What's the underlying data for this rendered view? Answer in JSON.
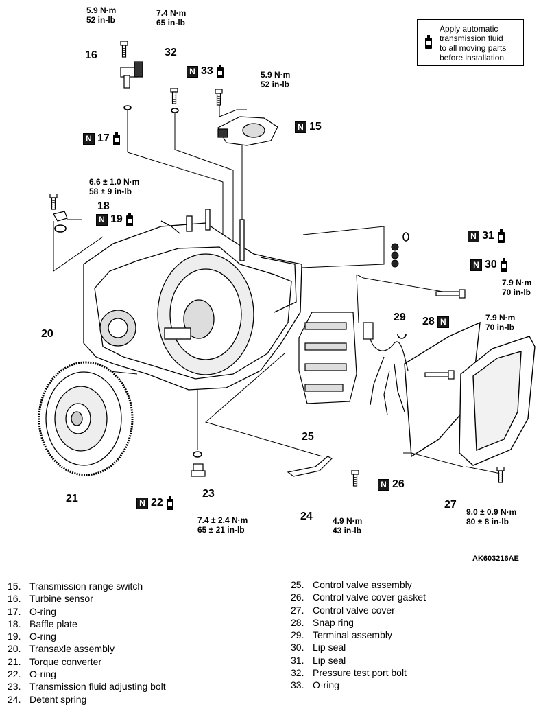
{
  "note": {
    "text_lines": [
      "Apply automatic",
      "transmission fluid",
      "to all moving parts",
      "before installation."
    ]
  },
  "reference_code": "AK603216AE",
  "mark_letter": "N",
  "torques": {
    "t16": [
      "5.9 N·m",
      "52 in-lb"
    ],
    "t32": [
      "7.4 N·m",
      "65 in-lb"
    ],
    "t15": [
      "5.9 N·m",
      "52 in-lb"
    ],
    "t18": [
      "6.6 ± 1.0 N·m",
      "58 ± 9 in-lb"
    ],
    "t30": [
      "7.9 N·m",
      "70 in-lb"
    ],
    "t26": [
      "7.9 N·m",
      "70 in-lb"
    ],
    "t23": [
      "7.4 ± 2.4 N·m",
      "65 ± 21 in-lb"
    ],
    "t24": [
      "4.9 N·m",
      "43 in-lb"
    ],
    "t27": [
      "9.0 ± 0.9 N·m",
      "80 ± 8 in-lb"
    ]
  },
  "callouts": {
    "c15": "15",
    "c16": "16",
    "c17": "17",
    "c18": "18",
    "c19": "19",
    "c20": "20",
    "c21": "21",
    "c22": "22",
    "c23": "23",
    "c24": "24",
    "c25": "25",
    "c26": "26",
    "c27": "27",
    "c28": "28",
    "c29": "29",
    "c30": "30",
    "c31": "31",
    "c32": "32",
    "c33": "33"
  },
  "legend_left": [
    {
      "num": "15.",
      "label": "Transmission range switch"
    },
    {
      "num": "16.",
      "label": "Turbine sensor"
    },
    {
      "num": "17.",
      "label": "O-ring"
    },
    {
      "num": "18.",
      "label": "Baffle plate"
    },
    {
      "num": "19.",
      "label": "O-ring"
    },
    {
      "num": "20.",
      "label": "Transaxle assembly"
    },
    {
      "num": "21.",
      "label": "Torque converter"
    },
    {
      "num": "22.",
      "label": "O-ring"
    },
    {
      "num": "23.",
      "label": "Transmission fluid adjusting bolt"
    },
    {
      "num": "24.",
      "label": "Detent spring"
    }
  ],
  "legend_right": [
    {
      "num": "25.",
      "label": "Control valve assembly"
    },
    {
      "num": "26.",
      "label": "Control valve cover gasket"
    },
    {
      "num": "27.",
      "label": "Control valve cover"
    },
    {
      "num": "28.",
      "label": "Snap ring"
    },
    {
      "num": "29.",
      "label": "Terminal assembly"
    },
    {
      "num": "30.",
      "label": "Lip seal"
    },
    {
      "num": "31.",
      "label": "Lip seal"
    },
    {
      "num": "32.",
      "label": "Pressure test port bolt"
    },
    {
      "num": "33.",
      "label": "O-ring"
    }
  ]
}
